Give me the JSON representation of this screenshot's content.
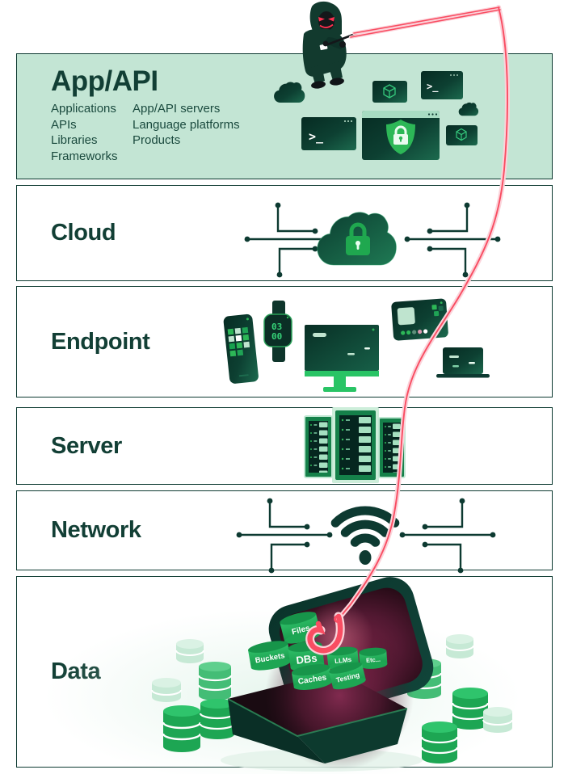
{
  "diagram": {
    "layers": [
      {
        "label": "App/API",
        "items_left": [
          "Applications",
          "APIs",
          "Libraries",
          "Frameworks"
        ],
        "items_right": [
          "App/API servers",
          "Language platforms",
          "Products"
        ]
      },
      {
        "label": "Cloud"
      },
      {
        "label": "Endpoint"
      },
      {
        "label": "Server"
      },
      {
        "label": "Network"
      },
      {
        "label": "Data"
      }
    ],
    "terminal_prompt": ">_",
    "watch_display": {
      "line1": "03",
      "line2": "00"
    },
    "chest_items": [
      "Files",
      "Buckets",
      "DBs",
      "LLMs",
      "Etc...",
      "Caches",
      "Testing"
    ],
    "colors": {
      "accent_green": "#2db757",
      "bright_green": "#29c465",
      "dark_teal": "#0d3a31",
      "panel_green": "#c3e5d4",
      "pale_green": "#bfe4cf",
      "line_pink": "#f94d62"
    },
    "icons": [
      "hacker-icon",
      "fishing-line",
      "fishing-hook-icon",
      "terminal-window-icon",
      "package-cube-icon",
      "shield-lock-icon",
      "browser-window-icon",
      "cloud-lock-icon",
      "circuit-trace-icon",
      "smartphone-icon",
      "smartwatch-icon",
      "monitor-icon",
      "tablet-icon",
      "laptop-icon",
      "server-rack-icon",
      "wifi-icon",
      "treasure-chest-icon",
      "database-icon"
    ]
  }
}
